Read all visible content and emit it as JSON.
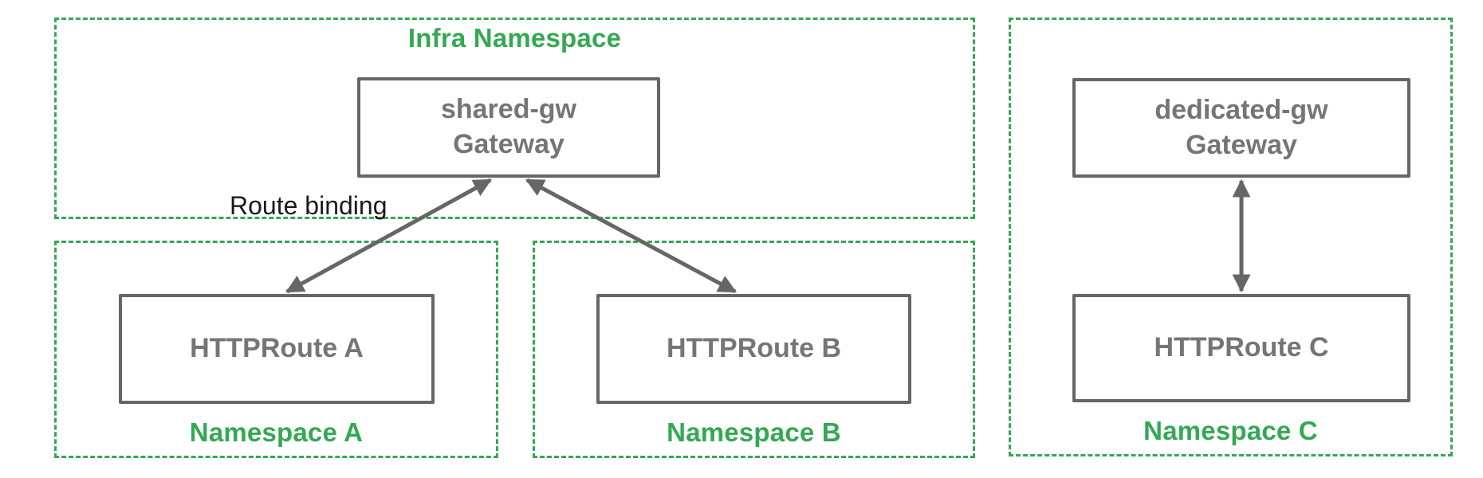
{
  "diagram": {
    "infra_namespace": {
      "label": "Infra Namespace"
    },
    "shared_gateway": {
      "line1": "shared-gw",
      "line2": "Gateway"
    },
    "dedicated_gateway": {
      "line1": "dedicated-gw",
      "line2": "Gateway"
    },
    "route_a": {
      "label": "HTTPRoute A"
    },
    "route_b": {
      "label": "HTTPRoute B"
    },
    "route_c": {
      "label": "HTTPRoute C"
    },
    "namespace_a": {
      "label": "Namespace A"
    },
    "namespace_b": {
      "label": "Namespace B"
    },
    "namespace_c": {
      "label": "Namespace C"
    },
    "edge_label": "Route binding",
    "colors": {
      "green": "#34A853",
      "gray_border": "#666666",
      "gray_text": "#757575",
      "black_text": "#1a1a1a",
      "arrow": "#666666"
    }
  }
}
